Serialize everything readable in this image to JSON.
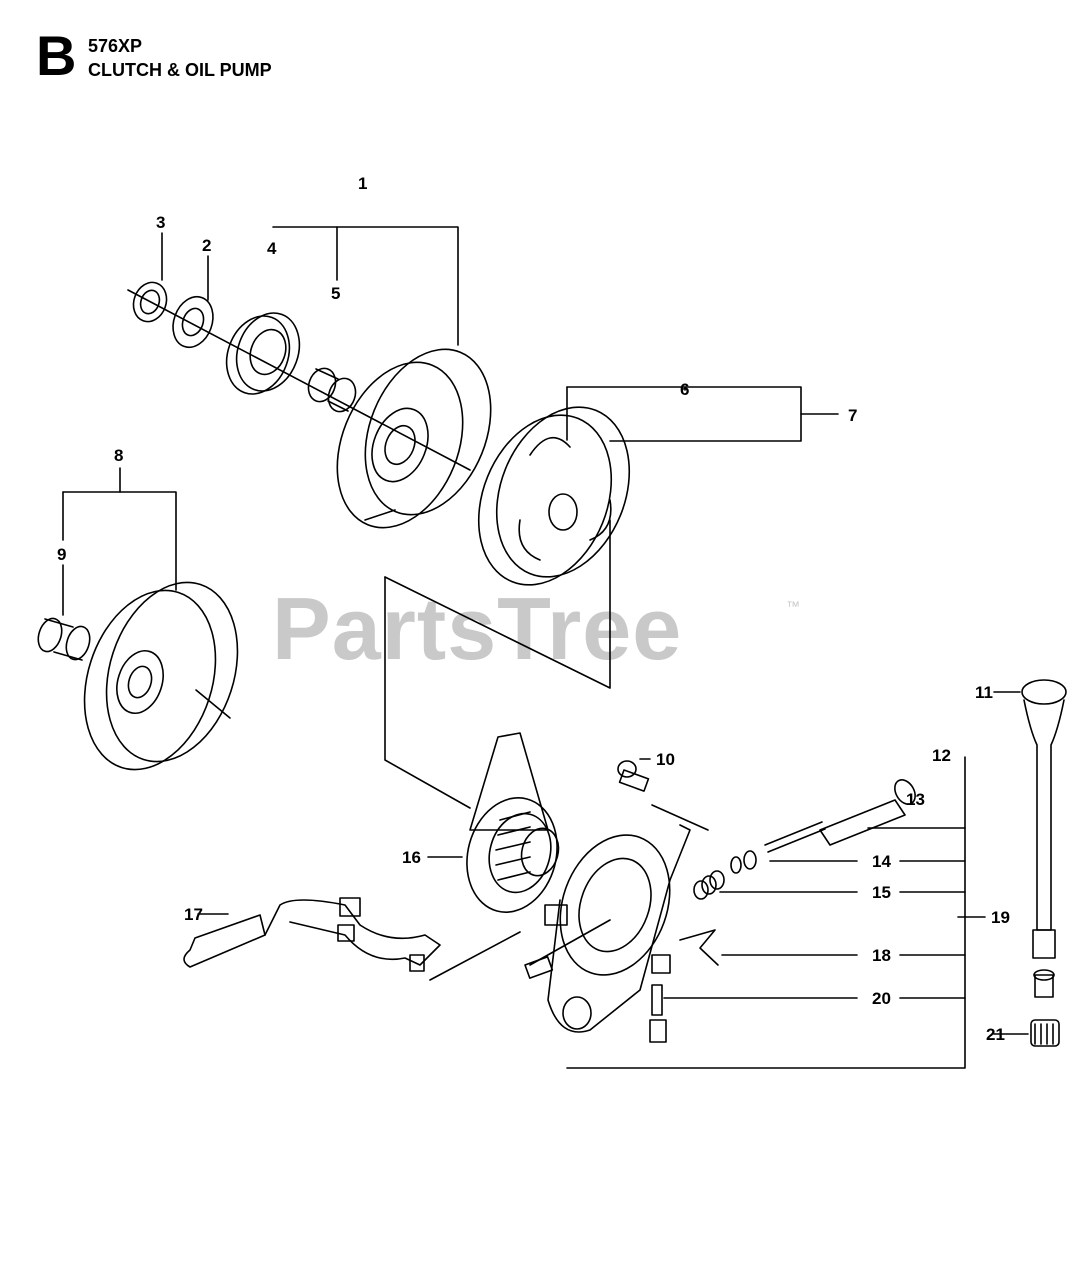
{
  "header": {
    "section_letter": "B",
    "model": "576XP",
    "title": "CLUTCH & OIL PUMP"
  },
  "watermark": {
    "text": "PartsTree",
    "trademark": "™"
  },
  "callouts": [
    {
      "id": "1",
      "label": "1"
    },
    {
      "id": "2",
      "label": "2"
    },
    {
      "id": "3",
      "label": "3"
    },
    {
      "id": "4",
      "label": "4"
    },
    {
      "id": "5",
      "label": "5"
    },
    {
      "id": "6",
      "label": "6"
    },
    {
      "id": "7",
      "label": "7"
    },
    {
      "id": "8",
      "label": "8"
    },
    {
      "id": "9",
      "label": "9"
    },
    {
      "id": "10",
      "label": "10"
    },
    {
      "id": "11",
      "label": "11"
    },
    {
      "id": "12",
      "label": "12"
    },
    {
      "id": "13",
      "label": "13"
    },
    {
      "id": "14",
      "label": "14"
    },
    {
      "id": "15",
      "label": "15"
    },
    {
      "id": "16",
      "label": "16"
    },
    {
      "id": "17",
      "label": "17"
    },
    {
      "id": "18",
      "label": "18"
    },
    {
      "id": "19",
      "label": "19"
    },
    {
      "id": "20",
      "label": "20"
    },
    {
      "id": "21",
      "label": "21"
    }
  ]
}
